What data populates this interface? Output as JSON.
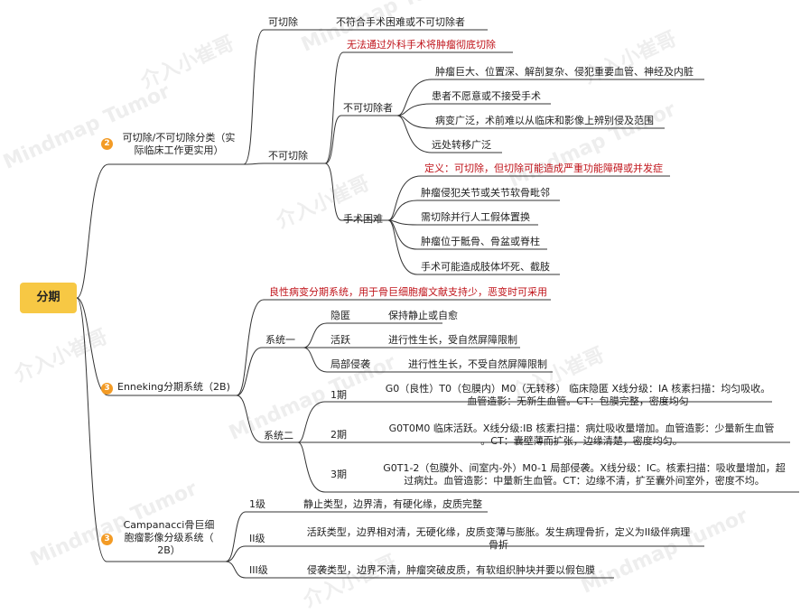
{
  "root": "分期",
  "watermark": [
    "介入小崔哥",
    "Mindmap Tumor",
    "介入小崔哥",
    "Mindmap Tumor"
  ],
  "b2": {
    "badge": "2",
    "label_l1": "可切除/不可切除分类（实",
    "label_l2": "际临床工作更实用）",
    "resectable": {
      "label": "可切除",
      "detail": "不符合手术困难或不可切除者"
    },
    "unresectable": {
      "label": "不可切除",
      "note": "无法通过外科手术将肿瘤彻底切除",
      "sub": {
        "label": "不可切除者",
        "items": [
          "肿瘤巨大、位置深、解剖复杂、侵犯重要血管、神经及内脏",
          "患者不愿意或不接受手术",
          "病变广泛，术前难以从临床和影像上辨别侵及范围",
          "远处转移广泛"
        ]
      },
      "difficult": {
        "label": "手术困难",
        "definition": "定义：可切除，但切除可能造成严重功能障碍或并发症",
        "items": [
          "肿瘤侵犯关节或关节软骨毗邻",
          "需切除并行人工假体置换",
          "肿瘤位于骶骨、骨盆或脊柱",
          "手术可能造成肢体坏死、截肢"
        ]
      }
    }
  },
  "b3a": {
    "badge": "3",
    "label": "Enneking分期系统（2B)",
    "note": "良性病变分期系统，用于骨巨细胞瘤文献支持少，恶变时可采用",
    "sys1": {
      "label": "系统一",
      "rows": [
        {
          "k": "隐匿",
          "v": "保持静止或自愈"
        },
        {
          "k": "活跃",
          "v": "进行性生长，受自然屏障限制"
        },
        {
          "k": "局部侵袭",
          "v": "进行性生长，不受自然屏障限制"
        }
      ]
    },
    "sys2": {
      "label": "系统二",
      "rows": [
        {
          "k": "1期",
          "l1": "G0（良性）T0（包膜内）M0（无转移）  临床隐匿  X线分级：IA  核素扫描：均匀吸收。",
          "l2": "血管造影：无新生血管。CT：包膜完整，密度均匀"
        },
        {
          "k": "2期",
          "l1": "G0T0M0  临床活跃。X线分级:IB  核素扫描：病灶吸收量增加。血管造影：少量新生血管",
          "l2": "。CT：囊壁薄而扩张，边缘清楚，密度均匀。"
        },
        {
          "k": "3期",
          "l1": "G0T1-2（包膜外、间室内-外）M0-1    局部侵袭。X线分级：IC。核素扫描：吸收量增加，超",
          "l2": "过病灶。血管造影：中量新生血管。CT：边缘不清，扩至囊外间室外，密度不均。"
        }
      ]
    }
  },
  "b3b": {
    "badge": "3",
    "label_l1": "Campanacci骨巨细",
    "label_l2": "胞瘤影像分级系统（",
    "label_l3": "2B）",
    "grades": [
      {
        "k": "1级",
        "v": "静止类型，边界清，有硬化缘，皮质完整"
      },
      {
        "k": "II级",
        "v_l1": "活跃类型，边界相对清，无硬化缘，皮质变薄与膨胀。发生病理骨折，定义为II级伴病理",
        "v_l2": "骨折"
      },
      {
        "k": "III级",
        "v": "侵袭类型，边界不清，肿瘤突破皮质，有软组织肿块并要以假包膜"
      }
    ]
  }
}
